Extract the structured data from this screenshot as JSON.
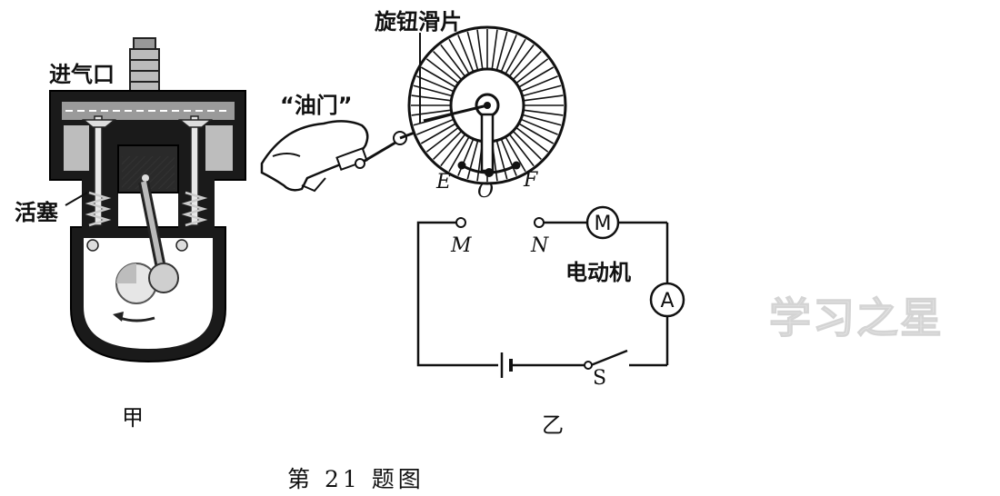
{
  "labels": {
    "intake": "进气口",
    "piston": "活塞",
    "throttle": "“油门”",
    "knob_slider": "旋钮滑片",
    "point_e": "E",
    "point_o": "O",
    "point_f": "F",
    "terminal_m": "M",
    "terminal_n": "N",
    "motor_symbol": "M",
    "motor_label": "电动机",
    "ammeter_symbol": "A",
    "switch_label": "S",
    "fig_jia": "甲",
    "fig_yi": "乙",
    "caption": "第 21 题图",
    "watermark": "学习之星"
  }
}
